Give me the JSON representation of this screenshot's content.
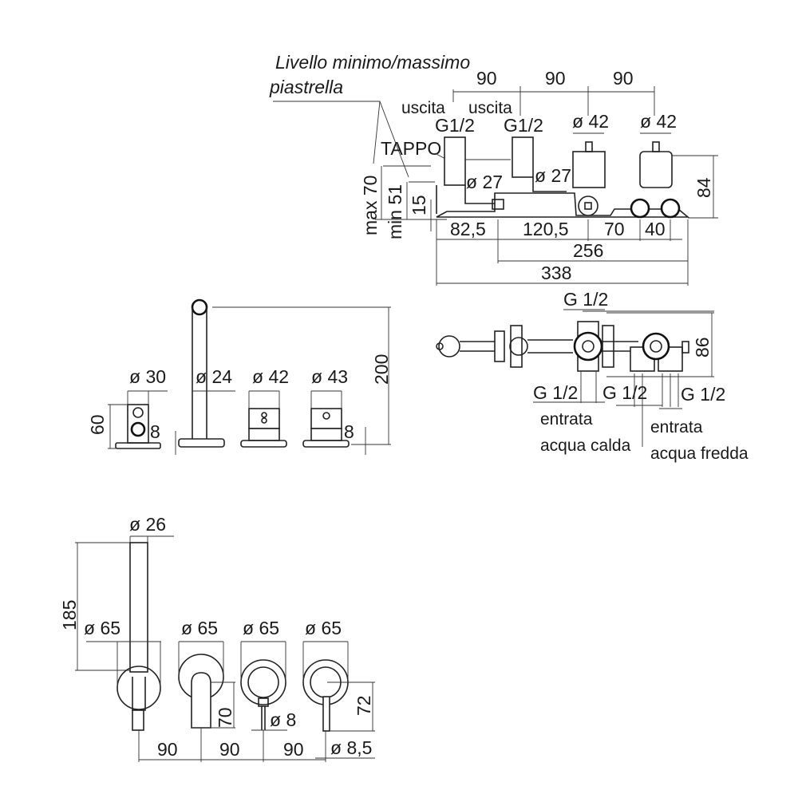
{
  "title": "Technical drawing - 4-hole wall-mounted bath/shower mixer set",
  "top_view": {
    "note_line1": "Livello minimo/massimo",
    "note_line2": "piastrella",
    "spacing": [
      "90",
      "90",
      "90"
    ],
    "outlet_label_1": "uscita",
    "outlet_label_2": "uscita",
    "outlet_thread_1": "G1/2",
    "outlet_thread_2": "G1/2",
    "plug_label": "TAPPO",
    "diam_valve_1": "ø 42",
    "diam_valve_2": "ø 42",
    "diam_outlet_1": "ø 27",
    "diam_outlet_2": "ø 27",
    "max_label": "max 70",
    "min_label": "min 51",
    "depth_15": "15",
    "height_84": "84",
    "dim_82_5": "82,5",
    "dim_120_5": "120,5",
    "dim_70": "70",
    "dim_40": "40",
    "dim_256": "256",
    "dim_338": "338"
  },
  "plan_view": {
    "thread_top": "G 1/2",
    "thread_bottom_1": "G 1/2",
    "thread_bottom_2": "G 1/2",
    "thread_bottom_3": "G 1/2",
    "height_86": "86",
    "hot_label_1": "entrata",
    "hot_label_2": "acqua calda",
    "cold_label_1": "entrata",
    "cold_label_2": "acqua fredda"
  },
  "side_view": {
    "diam_30": "ø 30",
    "diam_24": "ø 24",
    "diam_42": "ø 42",
    "diam_43": "ø 43",
    "height_200": "200",
    "height_60": "60",
    "thick_8_a": "8",
    "thick_8_b": "8"
  },
  "front_view": {
    "diam_26": "ø 26",
    "height_185": "185",
    "plate_1": "ø 65",
    "plate_2": "ø 65",
    "plate_3": "ø 65",
    "plate_4": "ø 65",
    "spout_70": "70",
    "diam_8": "ø 8",
    "lever_72": "72",
    "diam_8_5": "ø 8,5",
    "spacing": [
      "90",
      "90",
      "90"
    ]
  }
}
